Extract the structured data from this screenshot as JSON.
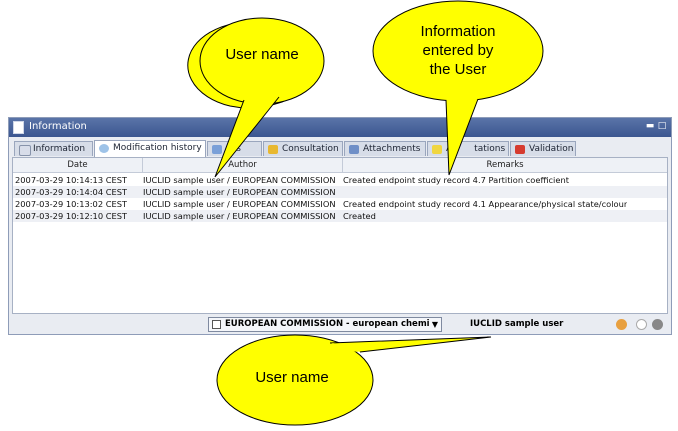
{
  "window": {
    "title": "Information"
  },
  "tabs": [
    {
      "label": "Information",
      "icon": "document-icon",
      "color": "#d8dde9",
      "active": false
    },
    {
      "label": "Modification history",
      "icon": "history-icon",
      "color": "#9ec3e8",
      "active": true
    },
    {
      "label": "ess",
      "icon": "access-icon",
      "color": "#7aa0d8",
      "active": false
    },
    {
      "label": "Consultation",
      "icon": "consultation-icon",
      "color": "#e8b830",
      "active": false
    },
    {
      "label": "Attachments",
      "icon": "paperclip-icon",
      "color": "#6f8fc7",
      "active": false
    },
    {
      "label": "A",
      "label2": "tations",
      "icon": "note-icon",
      "color": "#f0d640",
      "active": false
    },
    {
      "label": "Validation",
      "icon": "validation-icon",
      "color": "#d63b2f",
      "active": false
    }
  ],
  "table": {
    "columns": [
      "Date",
      "Author",
      "Remarks"
    ],
    "rows": [
      {
        "date": "2007-03-29 10:14:13 CEST",
        "author": "IUCLID sample user / EUROPEAN COMMISSION ...",
        "remarks": "Created endpoint study record 4.7 Partition coefficient"
      },
      {
        "date": "2007-03-29 10:14:04 CEST",
        "author": "IUCLID sample user / EUROPEAN COMMISSION ...",
        "remarks": ""
      },
      {
        "date": "2007-03-29 10:13:02 CEST",
        "author": "IUCLID sample user / EUROPEAN COMMISSION ...",
        "remarks": "Created endpoint study record 4.1 Appearance/physical state/colour"
      },
      {
        "date": "2007-03-29 10:12:10 CEST",
        "author": "IUCLID sample user / EUROPEAN COMMISSION ...",
        "remarks": "Created"
      }
    ]
  },
  "statusbar": {
    "organisation": "EUROPEAN COMMISSION - european chemi",
    "user": "IUCLID sample user"
  },
  "callouts": {
    "top_left": "User name",
    "top_right_line1": "Information",
    "top_right_line2": "entered by",
    "top_right_line3": "the User",
    "bottom": "User name"
  },
  "colors": {
    "callout_fill": "#ffff00",
    "callout_stroke": "#000000",
    "titlebar": "#3b5690"
  }
}
